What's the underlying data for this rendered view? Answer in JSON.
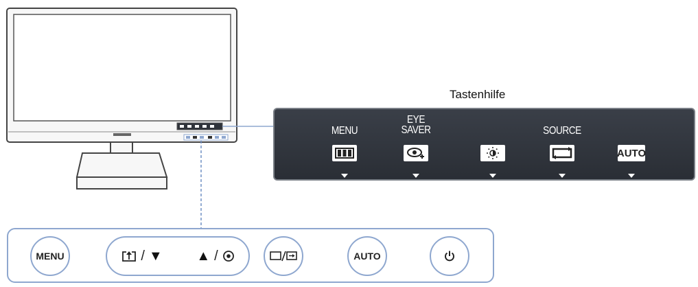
{
  "guide": {
    "title": "Tastenhilfe",
    "items": [
      {
        "label": "MENU",
        "icon": "menu-grid-icon"
      },
      {
        "label": "EYE SAVER",
        "line1": "EYE",
        "line2": "SAVER",
        "icon": "eye-saver-icon"
      },
      {
        "label": "",
        "icon": "brightness-icon"
      },
      {
        "label": "SOURCE",
        "icon": "source-icon"
      },
      {
        "label": "",
        "key_text": "AUTO"
      }
    ]
  },
  "buttons": {
    "menu": "MENU",
    "nav_separator_1": "/",
    "nav_separator_2": "/",
    "source_separator": "/",
    "auto": "AUTO",
    "power_icon": "power-icon"
  },
  "colors": {
    "panel_bg": "#2f333a",
    "panel_border": "#7a7f86",
    "button_outline": "#8ea7cf",
    "leader_line": "#8ea7cf"
  }
}
